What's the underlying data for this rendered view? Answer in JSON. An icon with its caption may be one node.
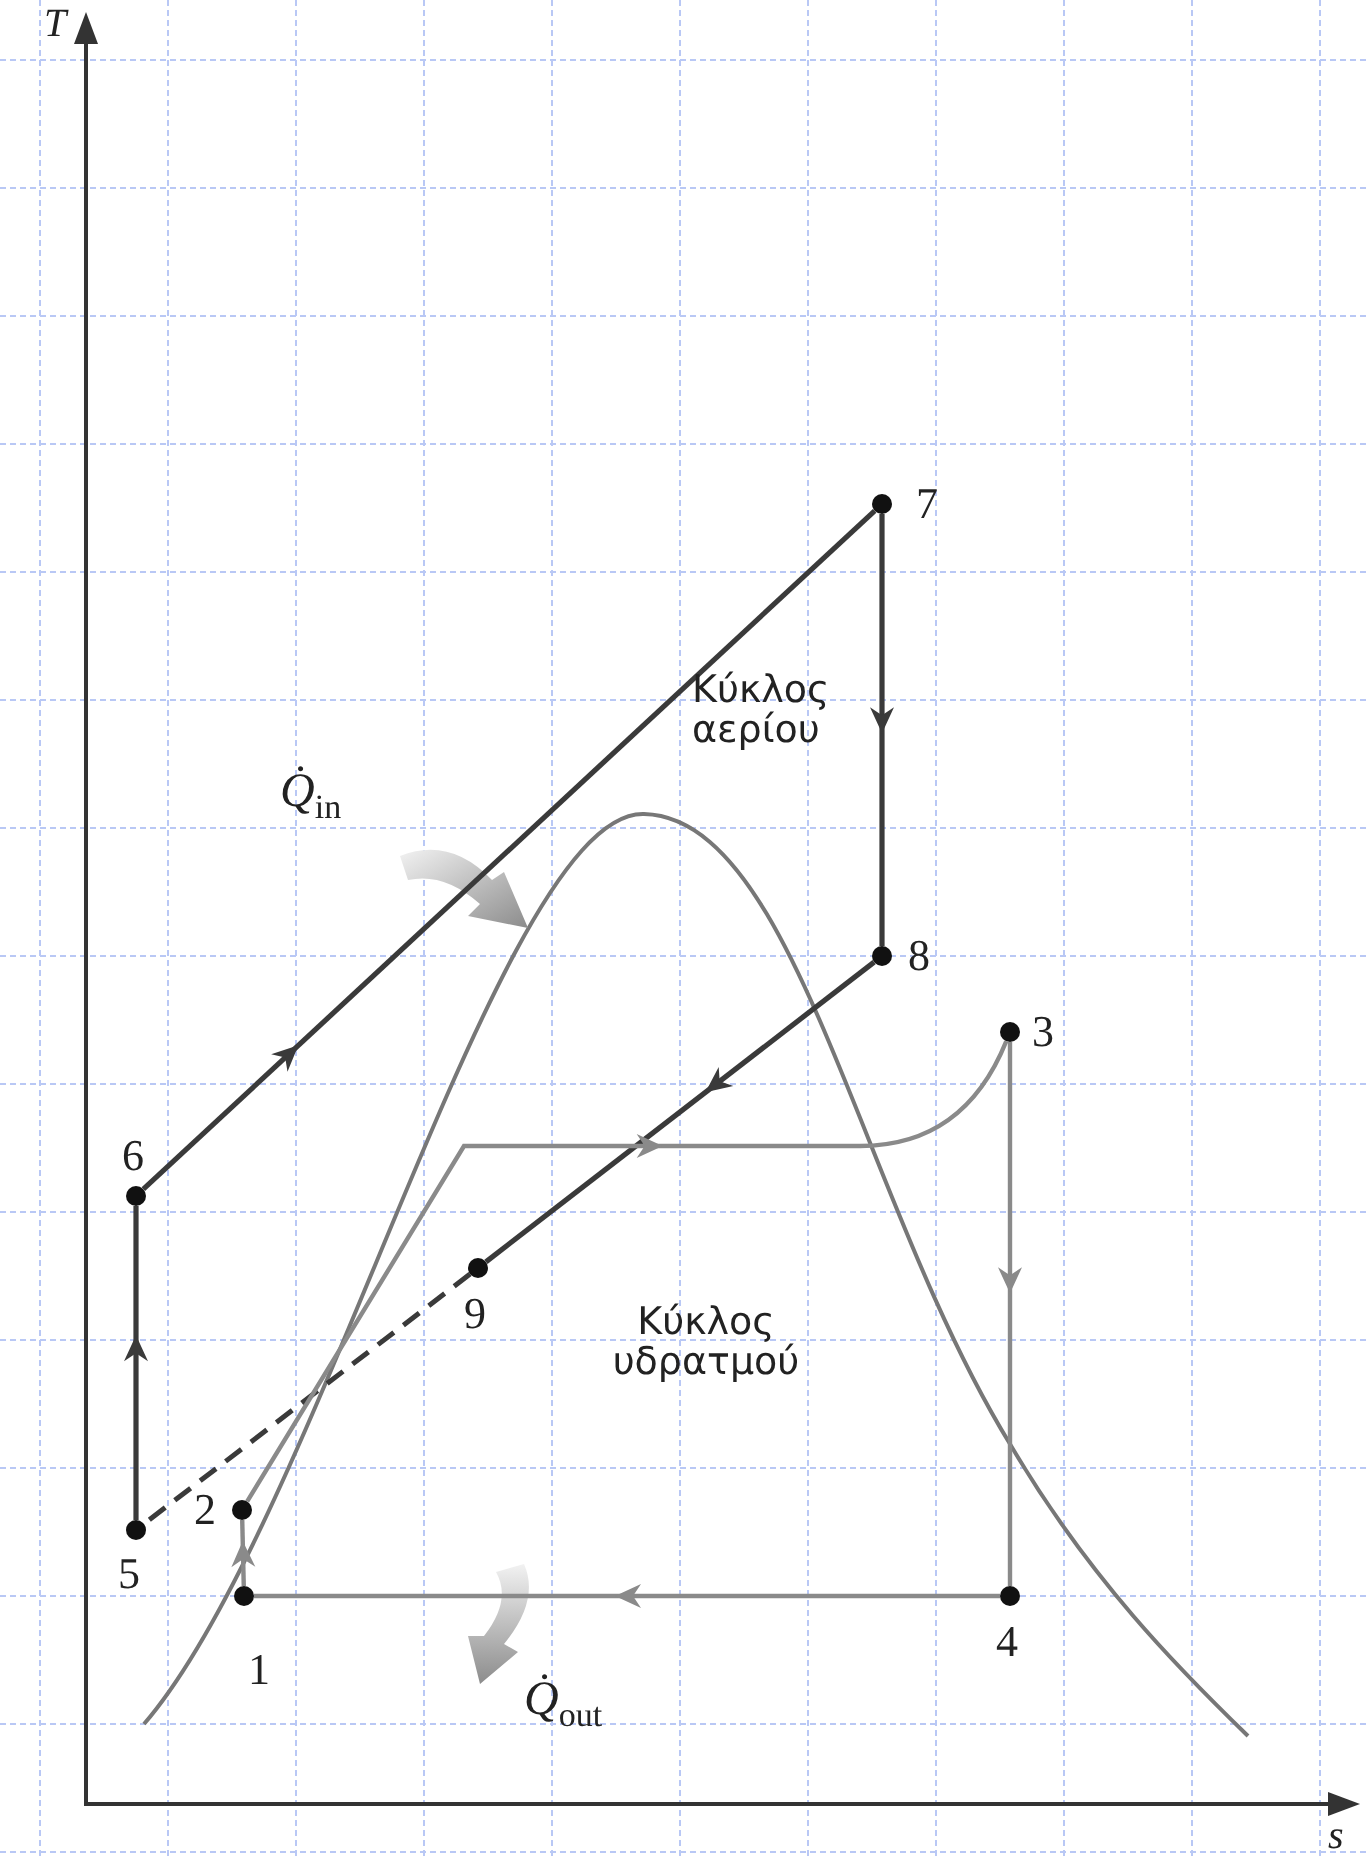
{
  "diagram": {
    "nodes": [
      {
        "text": [
          "1"
        ]
      },
      {
        "text": [
          "2"
        ]
      },
      {
        "text": [
          "3"
        ]
      },
      {
        "text": [
          "4"
        ]
      },
      {
        "text": [
          "5"
        ]
      },
      {
        "text": [
          "6"
        ]
      },
      {
        "text": [
          "7"
        ]
      },
      {
        "text": [
          "8"
        ]
      },
      {
        "text": [
          "9"
        ]
      }
    ],
    "edges": [
      {
        "from": 4,
        "to": 5,
        "arrow": "to"
      },
      {
        "from": 5,
        "to": 6,
        "arrow": "to"
      },
      {
        "from": 6,
        "to": 7,
        "arrow": "to"
      },
      {
        "from": 7,
        "to": 8,
        "arrow": "to"
      },
      {
        "from": 8,
        "to": 4,
        "arrow": "none",
        "style": "dashed"
      },
      {
        "from": 0,
        "to": 1,
        "arrow": "to",
        "color": "#8a8a8a"
      },
      {
        "from": 1,
        "to": 2,
        "arrow": "to",
        "color": "#8a8a8a"
      },
      {
        "from": 2,
        "to": 3,
        "arrow": "to",
        "color": "#8a8a8a"
      },
      {
        "from": 3,
        "to": 0,
        "arrow": "to",
        "color": "#8a8a8a"
      }
    ],
    "labels": [
      "T",
      "s",
      "*Q̇*$_{in}$",
      "Κύκλος αερίου",
      "Κύκλος υδρατμού",
      "*Q̇*$_{out}$"
    ]
  }
}
